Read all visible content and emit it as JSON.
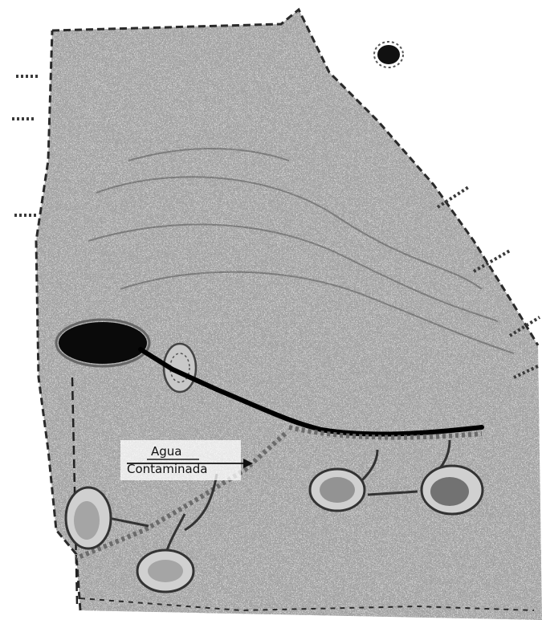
{
  "labels": {
    "line1": "Agua",
    "line2": "Contaminada"
  },
  "colors": {
    "background": "#ffffff",
    "texture": "#8a8a8a",
    "outline": "#2a2a2a",
    "pipe": "#000000",
    "contaminated": "#6b6b6b"
  },
  "icons": {
    "arrow": "right-arrow-icon",
    "reservoir": "filled-ellipse"
  }
}
